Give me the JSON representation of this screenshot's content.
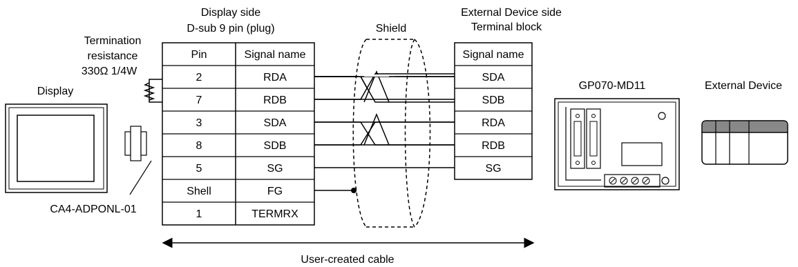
{
  "labels": {
    "display_side_line1": "Display side",
    "display_side_line2": "D-sub 9 pin (plug)",
    "termination_line1": "Termination",
    "termination_line2": "resistance",
    "termination_line3": "330Ω 1/4W",
    "display": "Display",
    "adapter": "CA4-ADPONL-01",
    "shield": "Shield",
    "external_side_line1": "External Device side",
    "external_side_line2": "Terminal block",
    "module": "GP070-MD11",
    "external_device": "External Device",
    "cable": "User-created cable"
  },
  "left_table": {
    "headers": [
      "Pin",
      "Signal name"
    ],
    "rows": [
      [
        "2",
        "RDA"
      ],
      [
        "7",
        "RDB"
      ],
      [
        "3",
        "SDA"
      ],
      [
        "8",
        "SDB"
      ],
      [
        "5",
        "SG"
      ],
      [
        "Shell",
        "FG"
      ],
      [
        "1",
        "TERMRX"
      ]
    ]
  },
  "right_table": {
    "header": "Signal name",
    "rows": [
      "SDA",
      "SDB",
      "RDA",
      "RDB",
      "SG"
    ]
  }
}
